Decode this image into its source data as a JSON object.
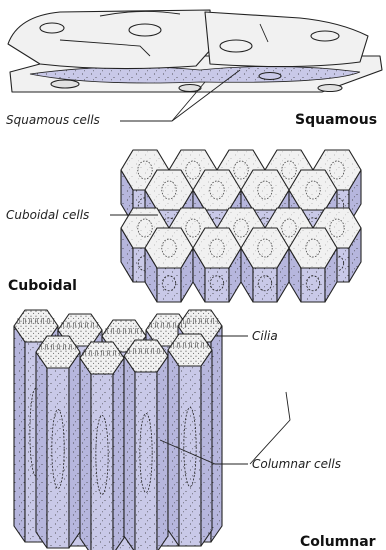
{
  "figure": {
    "squamous": {
      "title": "Squamous",
      "cell_label": "Squamous cells"
    },
    "cuboidal": {
      "title": "Cuboidal",
      "cell_label": "Cuboidal cells"
    },
    "columnar": {
      "title": "Columnar",
      "cilia_label": "Cilia",
      "cell_label": "Columnar cells"
    }
  },
  "colors": {
    "cell_top": "#f1f1f1",
    "cell_side": "#c9c9e8",
    "cell_side_dark": "#b6b6dd",
    "outline": "#222222",
    "stipple": "#333333"
  }
}
